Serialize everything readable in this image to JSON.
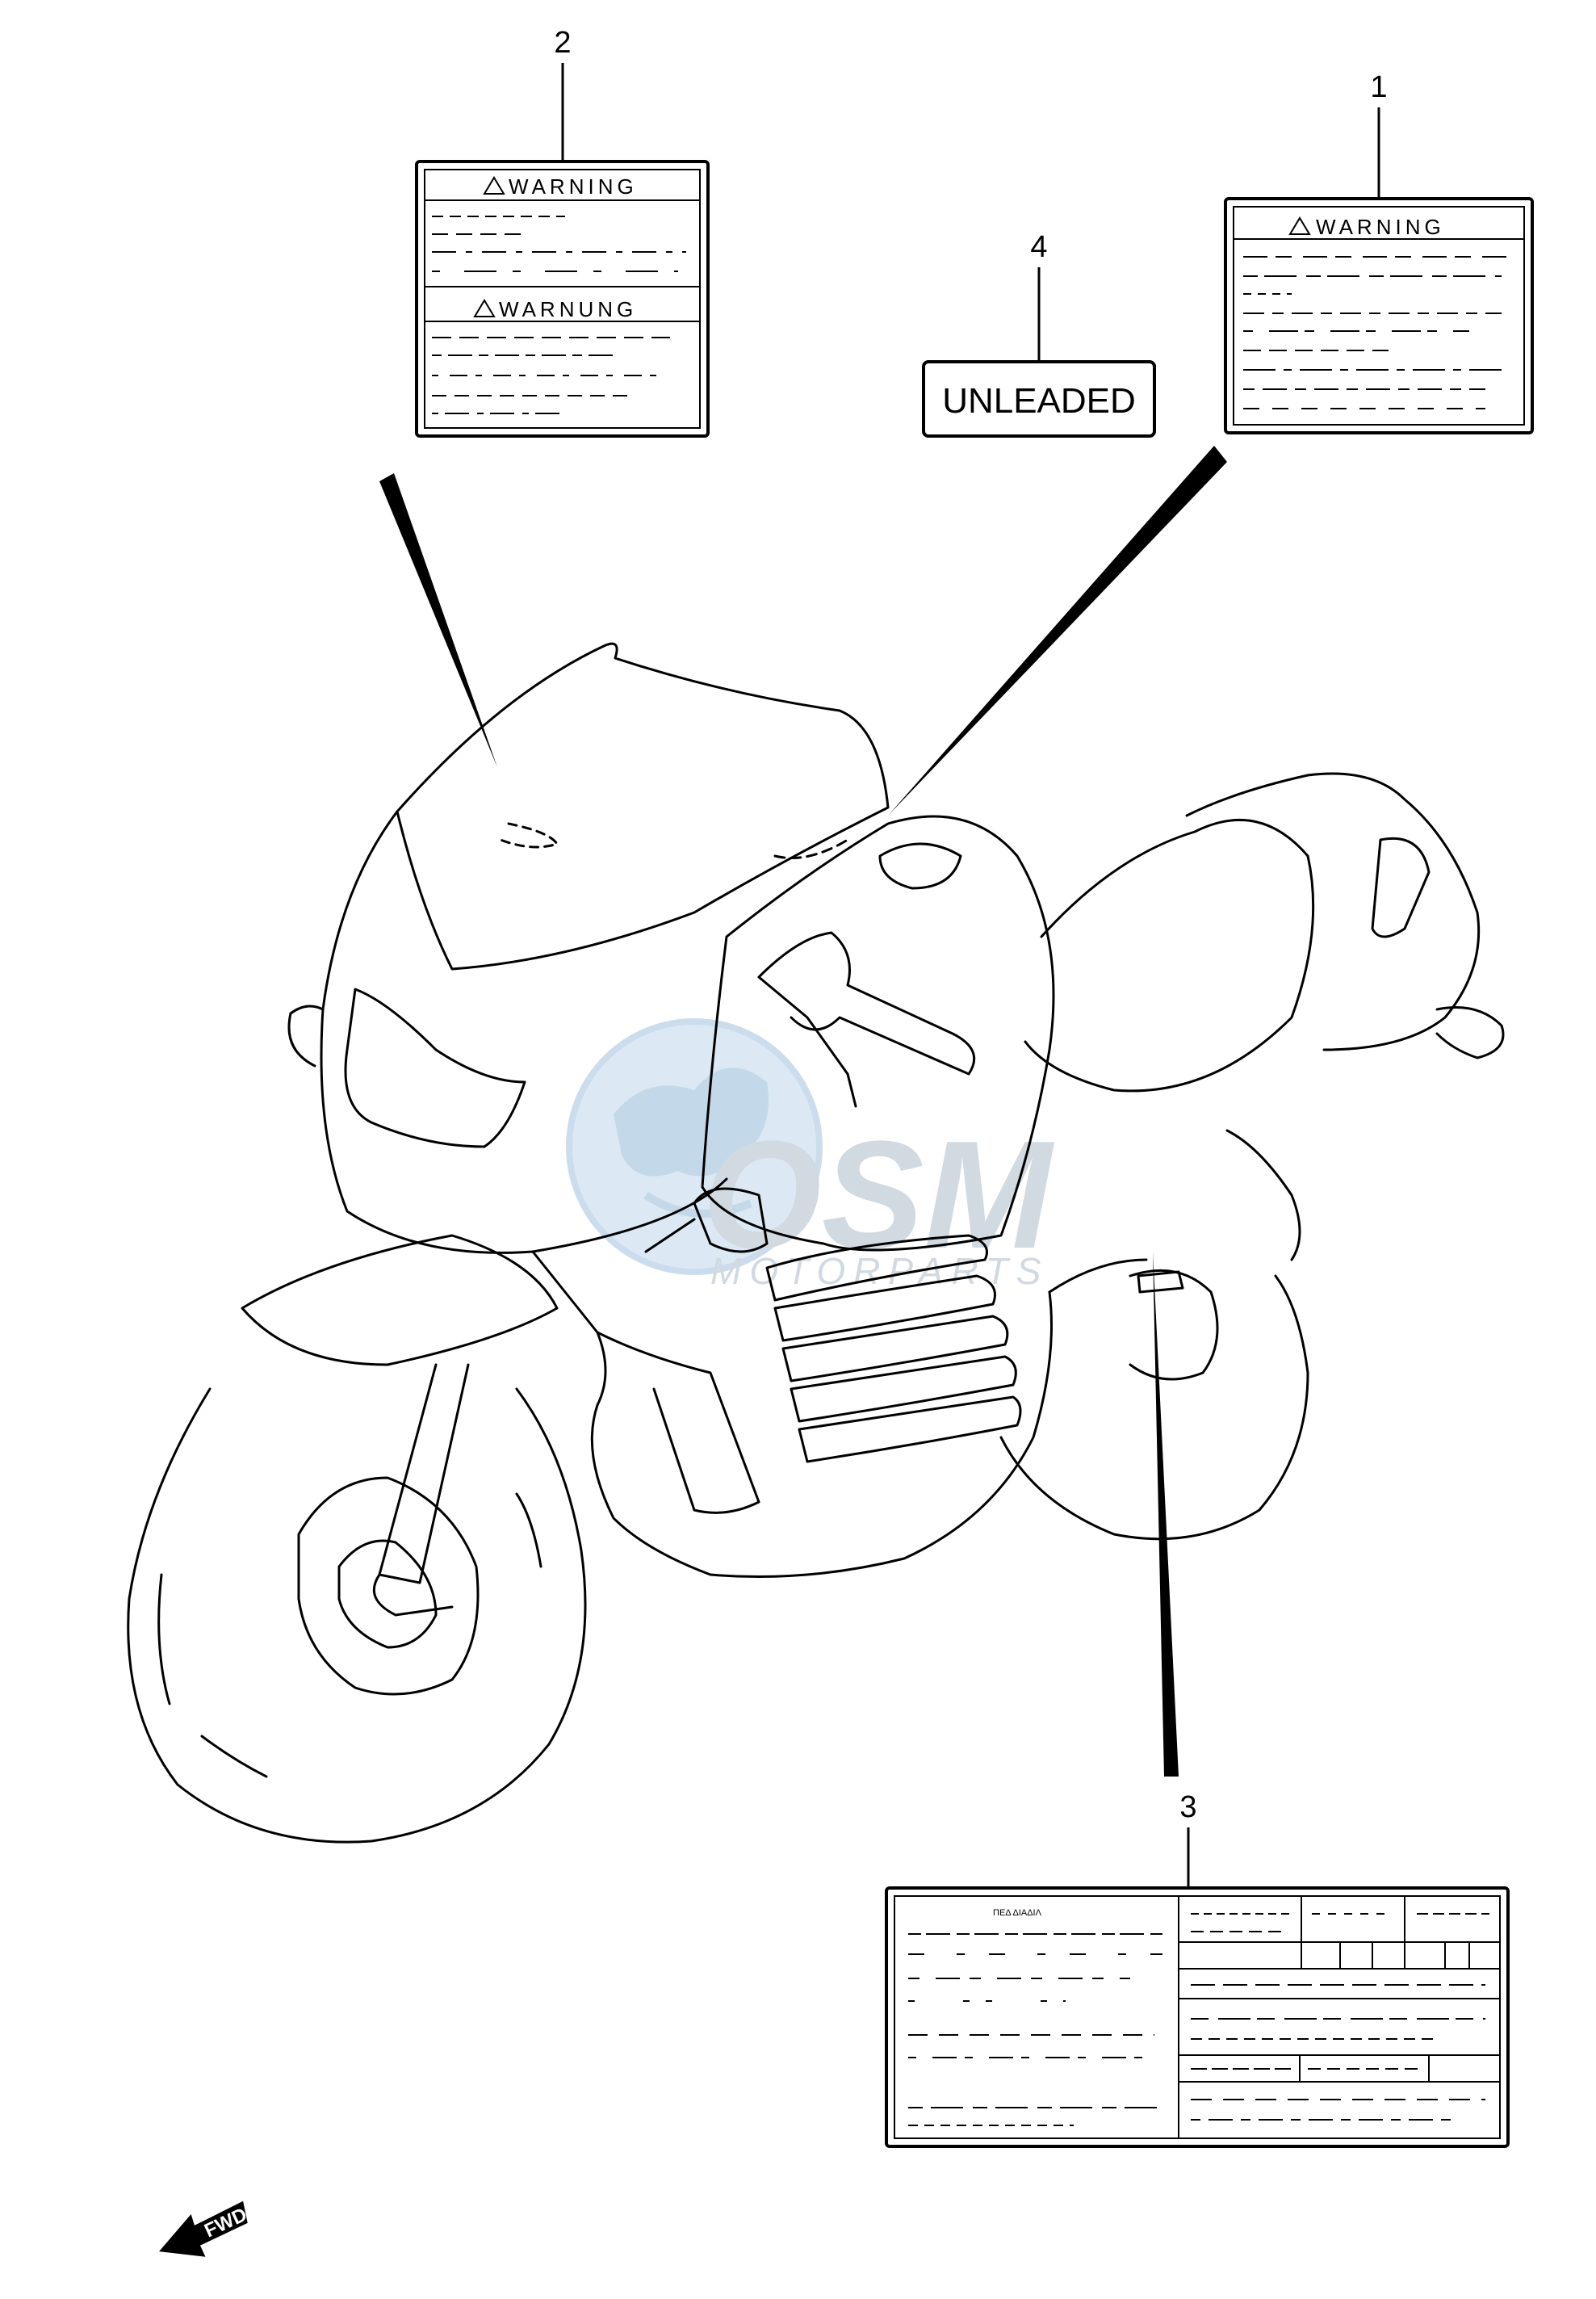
{
  "callouts": [
    {
      "number": "1",
      "label_type": "warning-label-single"
    },
    {
      "number": "2",
      "label_type": "warning-label-bilingual"
    },
    {
      "number": "3",
      "label_type": "information-label"
    },
    {
      "number": "4",
      "label_type": "unleaded-label"
    }
  ],
  "label_1": {
    "heading": "WARNING"
  },
  "label_2": {
    "heading_top": "WARNING",
    "heading_bottom": "WARNUNG"
  },
  "label_3": {
    "title": "ΠΕΔ ΔΙΑΔΙΛ"
  },
  "label_4": {
    "text": "UNLEADED"
  },
  "direction_marker": {
    "text": "FWD",
    "icon": "forward-arrow-icon"
  },
  "watermark": {
    "brand": "OSM",
    "tagline": "MOTORPARTS",
    "icon": "globe-icon",
    "color": "#c9d3dc"
  },
  "colors": {
    "line": "#000000",
    "background": "#ffffff"
  }
}
